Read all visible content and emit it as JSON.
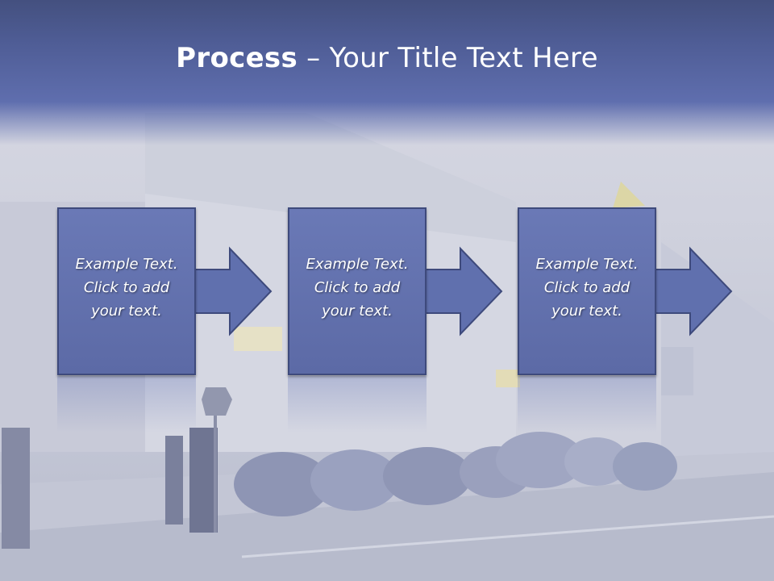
{
  "slide": {
    "title_bold": "Process",
    "title_rest": " – Your Title Text Here",
    "steps": [
      {
        "line1": "Example Text.",
        "line2": "Click  to add",
        "line3": "your text."
      },
      {
        "line1": "Example Text.",
        "line2": "Click  to add",
        "line3": "your text."
      },
      {
        "line1": "Example Text.",
        "line2": "Click  to add",
        "line3": "your text."
      }
    ]
  },
  "colors": {
    "header": "#4f5d96",
    "box_fill": "#6070ae",
    "box_border": "#3e4a7c",
    "text": "#ffffff"
  },
  "background": {
    "description_icon": "building-with-tents-photo"
  }
}
